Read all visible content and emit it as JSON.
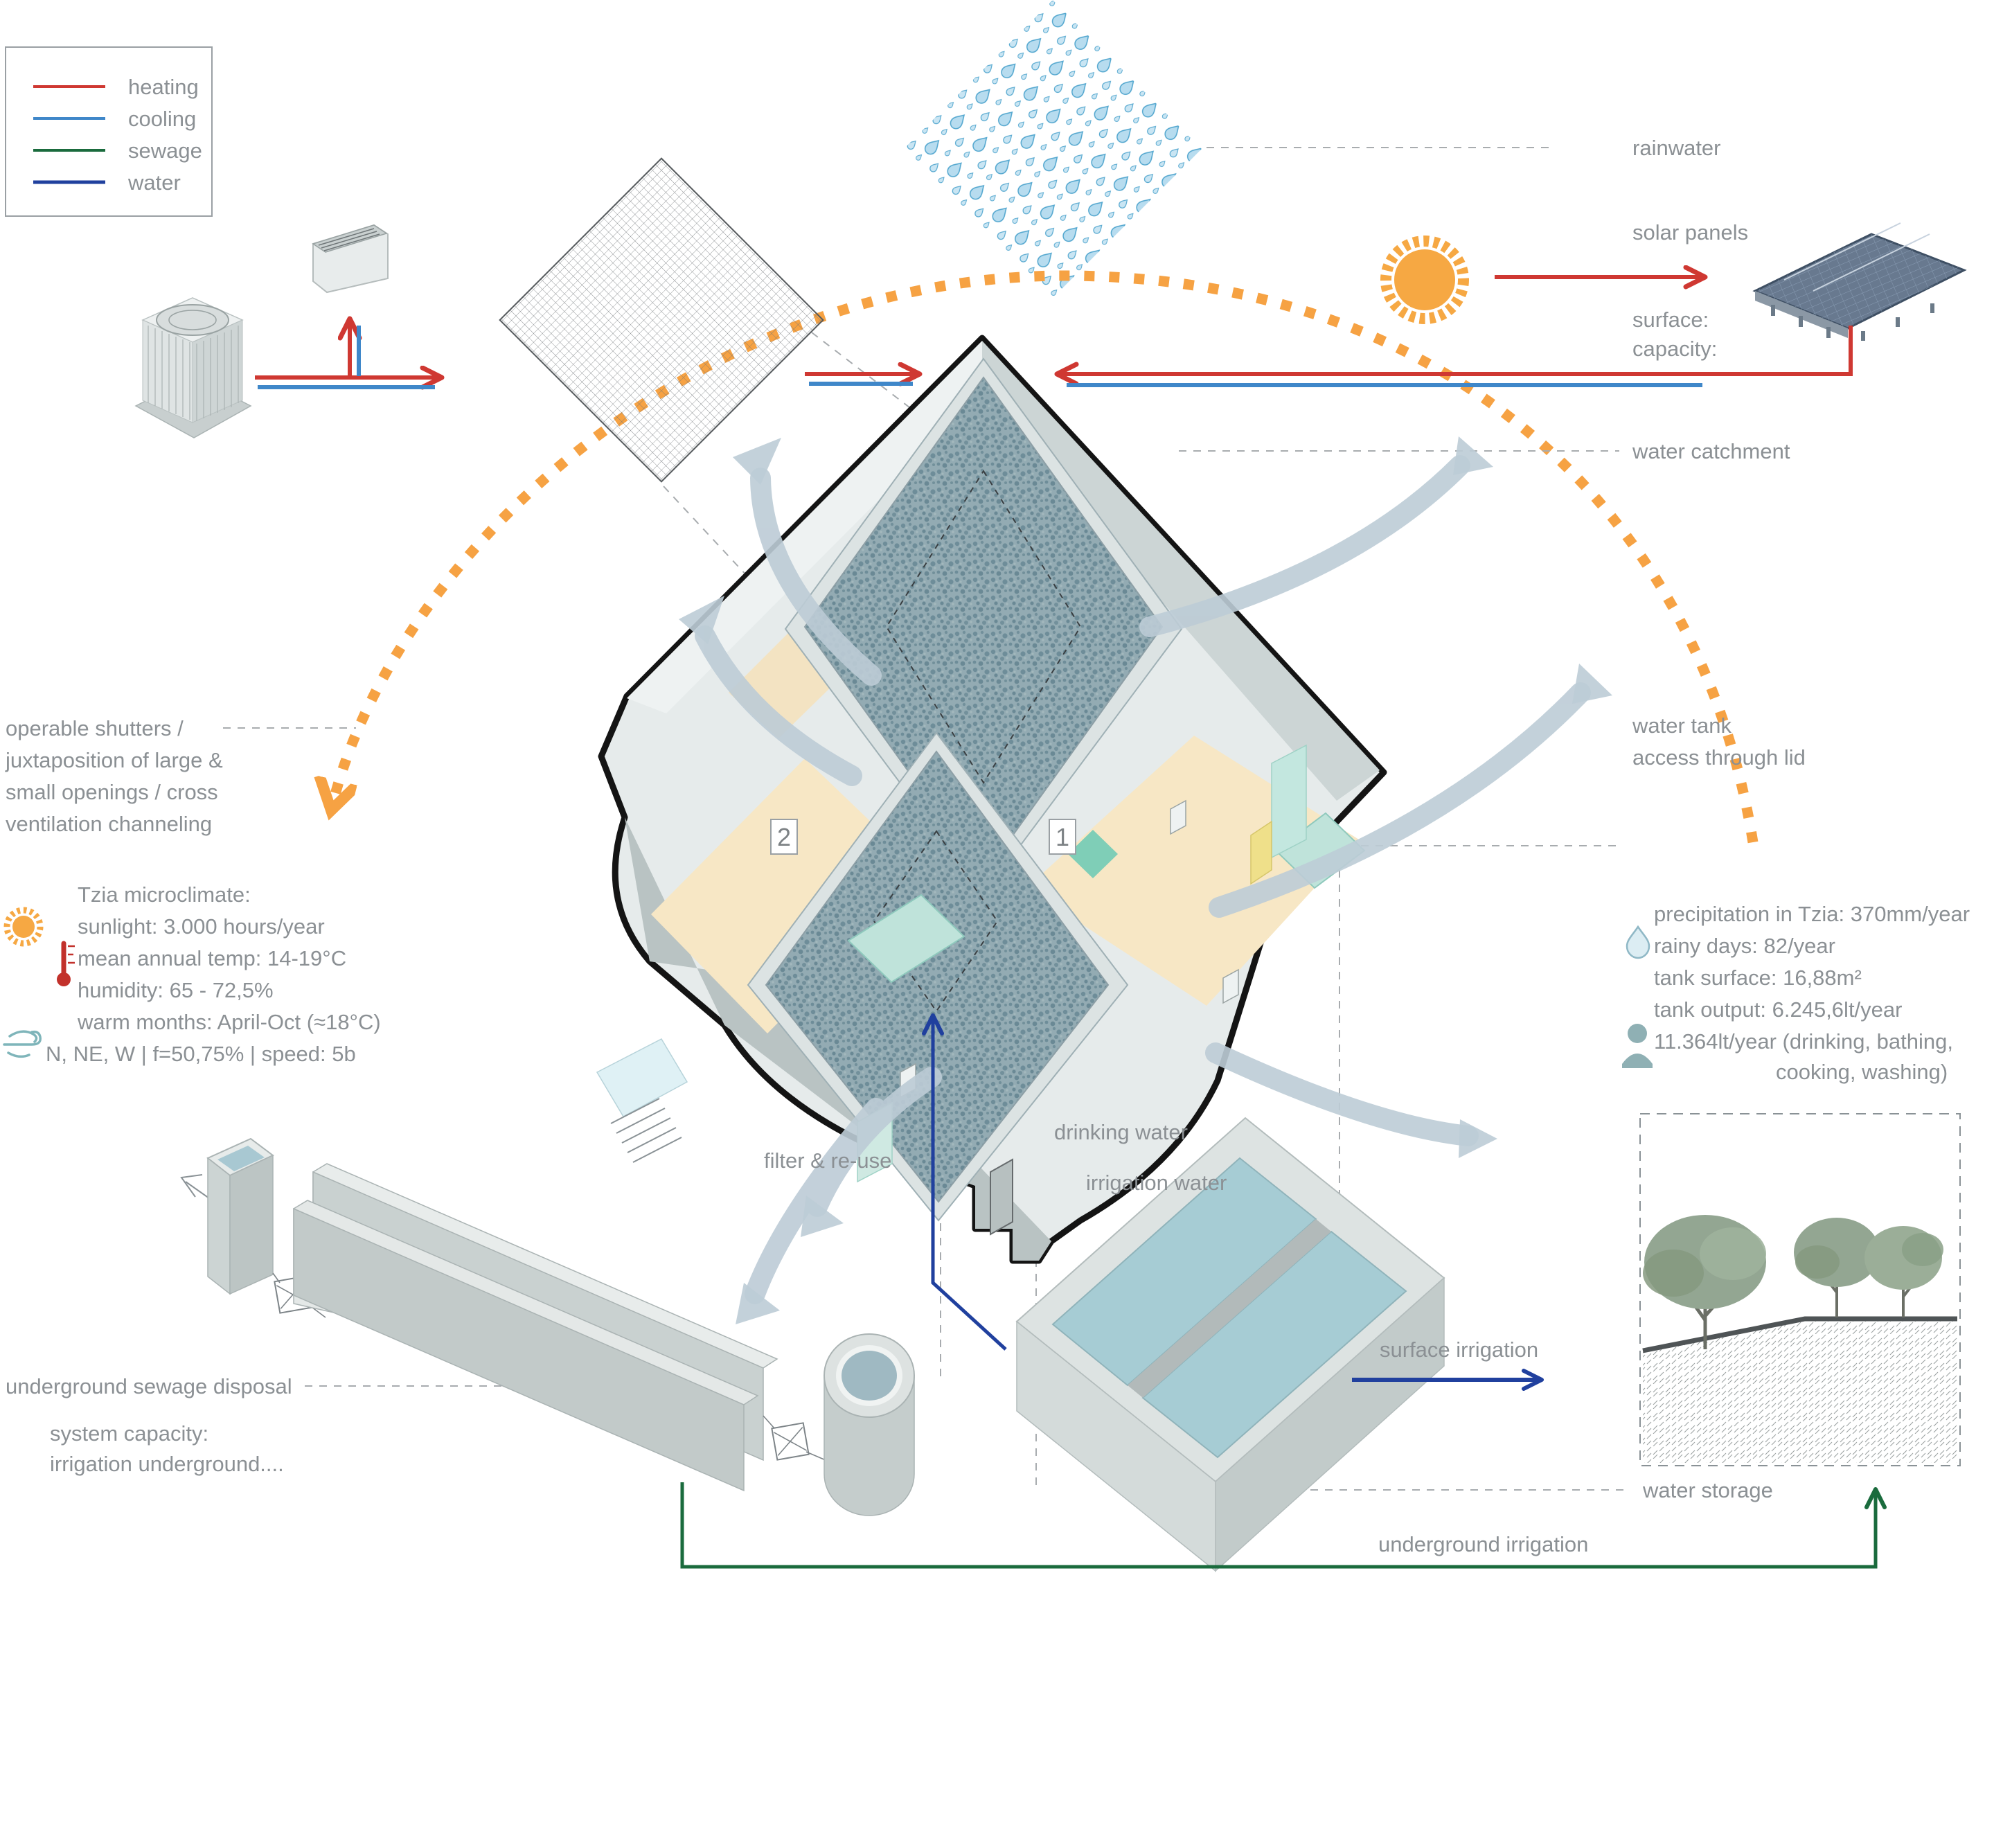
{
  "legend": {
    "items": [
      {
        "label": "heating",
        "color": "#cf3832"
      },
      {
        "label": "cooling",
        "color": "#3f87c9"
      },
      {
        "label": "sewage",
        "color": "#1a6b3d"
      },
      {
        "label": "water",
        "color": "#20409e"
      }
    ]
  },
  "right_labels": {
    "rainwater": "rainwater",
    "solar_panels": "solar panels",
    "surface": "surface:",
    "capacity": "capacity:",
    "water_catchment": "water catchment",
    "water_tank": "water tank",
    "access_through_lid": "access through lid"
  },
  "water_stats": {
    "precipitation": "precipitation in Tzia: 370mm/year",
    "rainy_days": "rainy days: 82/year",
    "tank_surface": "tank surface: 16,88m²",
    "tank_output": "tank output: 6.245,6lt/year",
    "consumption_line1": "11.364lt/year (drinking, bathing,",
    "consumption_line2": "cooking, washing)"
  },
  "shutters_note": {
    "line1": "operable shutters /",
    "line2": "juxtaposition of large &",
    "line3": "small openings / cross",
    "line4": "ventilation channeling"
  },
  "microclimate": {
    "title": "Tzia microclimate:",
    "sunlight": "sunlight: 3.000 hours/year",
    "temperature": "mean annual temp: 14-19°C",
    "humidity": "humidity: 65 - 72,5%",
    "warm_months": "warm months: April-Oct (≈18°C)",
    "wind": "N, NE, W | f=50,75% | speed: 5b"
  },
  "sewage_section": {
    "underground_disposal": "underground sewage disposal",
    "system_capacity": "system capacity:",
    "irrigation_underground": "irrigation underground...."
  },
  "water_flow_labels": {
    "filter_reuse": "filter & re-use",
    "drinking_water": "drinking water",
    "irrigation_water": "irrigation water",
    "surface_irrigation": "surface irrigation",
    "water_storage": "water storage",
    "underground_irrigation": "underground irrigation"
  },
  "markers": {
    "room_1": "1",
    "room_2": "2"
  },
  "icons": [
    "sun-icon",
    "thermometer-icon",
    "wind-icon",
    "water-drop-icon",
    "person-icon"
  ],
  "colors": {
    "heating": "#cf3832",
    "cooling": "#3f87c9",
    "sewage": "#1a6b3d",
    "water": "#20409e",
    "sun_path": "#f6a243",
    "label_gray": "#8b9094",
    "ventilation_arrow": "#bdccd6"
  }
}
